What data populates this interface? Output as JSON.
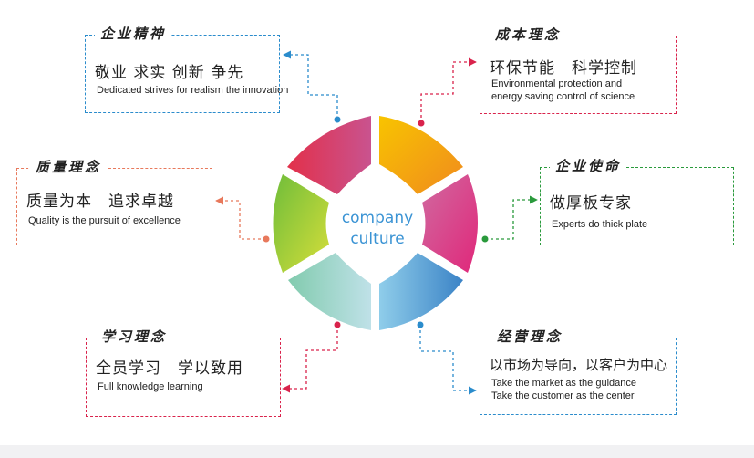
{
  "center": {
    "line1": "company",
    "line2": "culture"
  },
  "colors": {
    "pink_dashed": "#d9234c",
    "blue_dashed": "#2b8ccc",
    "orange_dashed": "#e8795c",
    "green_dashed": "#2a9a3c",
    "center_text": "#3a93d4"
  },
  "cards": {
    "spirit": {
      "title": "企业精神",
      "zh": "敬业 求实 创新 争先",
      "en": [
        "Dedicated strives for realism the innovation"
      ]
    },
    "cost": {
      "title": "成本理念",
      "zh": "环保节能　科学控制",
      "en": [
        "Environmental protection and",
        "energy saving control of science"
      ]
    },
    "quality": {
      "title": "质量理念",
      "zh": "质量为本　追求卓越",
      "en": [
        "Quality is the pursuit of excellence"
      ]
    },
    "mission": {
      "title": "企业使命",
      "zh": "做厚板专家",
      "en": [
        "Experts do thick plate"
      ]
    },
    "learning": {
      "title": "学习理念",
      "zh": "全员学习　学以致用",
      "en": [
        "Full knowledge learning"
      ]
    },
    "business": {
      "title": "经营理念",
      "zh": "以市场为导向，以客户为中心",
      "en": [
        "Take the market as the guidance",
        "Take the customer as the center"
      ]
    }
  }
}
